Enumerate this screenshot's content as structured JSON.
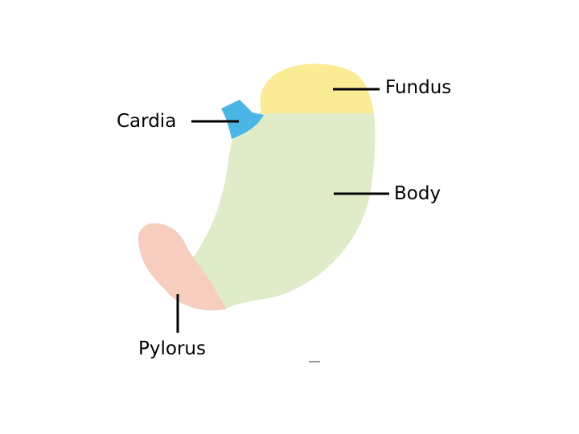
{
  "labels": {
    "fundus": "Fundus",
    "cardia": "Cardia",
    "body": "Body",
    "pylorus": "Pylorus"
  },
  "colors": {
    "fundus": "#fbeb94",
    "cardia": "#4bb6e6",
    "body": "#dfecc7",
    "pylorus": "#f6cdbf",
    "leader": "#000000"
  }
}
